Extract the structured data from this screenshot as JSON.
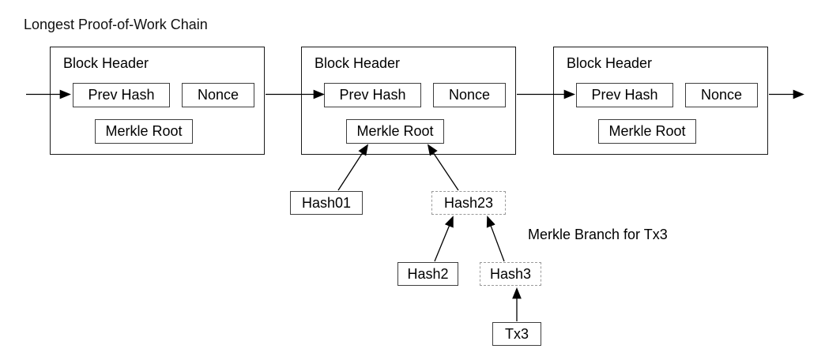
{
  "title": "Longest Proof-of-Work Chain",
  "annotation": "Merkle Branch for Tx3",
  "blocks": [
    {
      "header": "Block Header",
      "prev_hash": "Prev Hash",
      "nonce": "Nonce",
      "merkle_root": "Merkle Root"
    },
    {
      "header": "Block Header",
      "prev_hash": "Prev Hash",
      "nonce": "Nonce",
      "merkle_root": "Merkle Root"
    },
    {
      "header": "Block Header",
      "prev_hash": "Prev Hash",
      "nonce": "Nonce",
      "merkle_root": "Merkle Root"
    }
  ],
  "merkle_nodes": [
    {
      "id": "hash01",
      "label": "Hash01",
      "border_style": "solid"
    },
    {
      "id": "hash23",
      "label": "Hash23",
      "border_style": "dashed"
    },
    {
      "id": "hash2",
      "label": "Hash2",
      "border_style": "solid"
    },
    {
      "id": "hash3",
      "label": "Hash3",
      "border_style": "dashed"
    },
    {
      "id": "tx3",
      "label": "Tx3",
      "border_style": "solid"
    }
  ],
  "edges": [
    {
      "from": "chain-start",
      "to": "block-1-prev-hash"
    },
    {
      "from": "block-1",
      "to": "block-2-prev-hash"
    },
    {
      "from": "block-2",
      "to": "block-3-prev-hash"
    },
    {
      "from": "block-3",
      "to": "chain-continues"
    },
    {
      "from": "hash01",
      "to": "block-2-merkle-root"
    },
    {
      "from": "hash23",
      "to": "block-2-merkle-root"
    },
    {
      "from": "hash2",
      "to": "hash23"
    },
    {
      "from": "hash3",
      "to": "hash23"
    },
    {
      "from": "tx3",
      "to": "hash3"
    }
  ],
  "colors": {
    "background": "#ffffff",
    "line": "#000000",
    "box_border": "#3f3f3f",
    "block_border": "#1a1a1a",
    "dashed_border": "#9a9a9a",
    "text": "#000000"
  }
}
